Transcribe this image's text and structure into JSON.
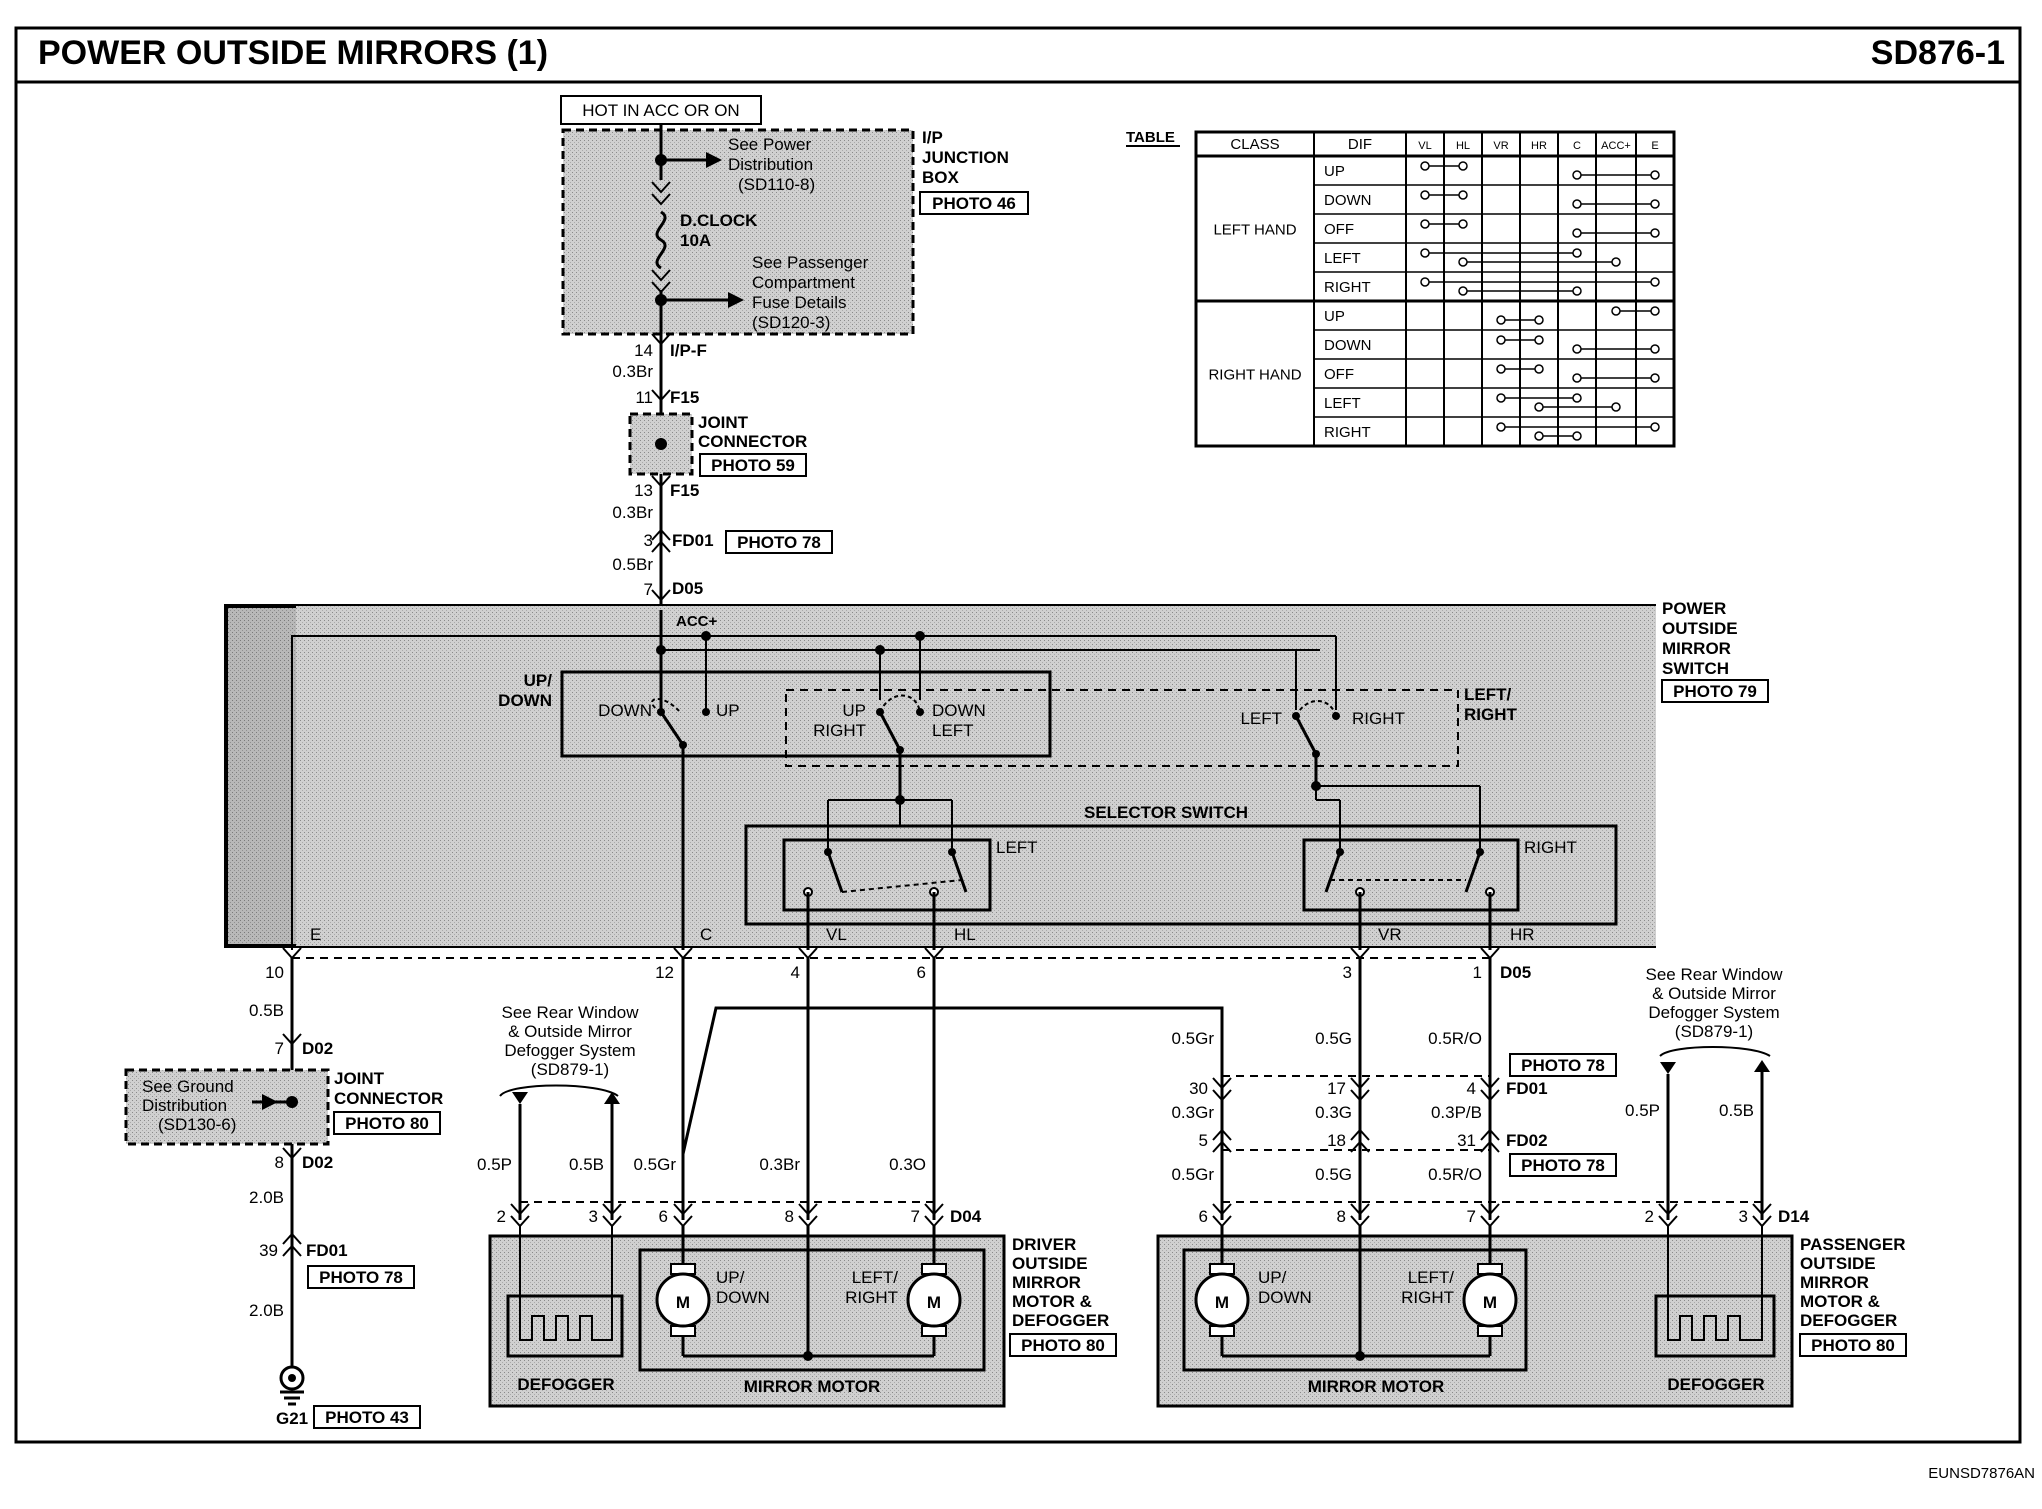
{
  "title": "POWER OUTSIDE MIRRORS (1)",
  "code": "SD876-1",
  "footer_code": "EUNSD7876AN",
  "hot_label": "HOT IN ACC OR ON",
  "ip_junction": {
    "label": [
      "I/P",
      "JUNCTION",
      "BOX"
    ],
    "photo": "PHOTO 46",
    "see_power": [
      "See Power",
      "Distribution",
      "(SD110-8)"
    ],
    "fuse": [
      "D.CLOCK",
      "10A"
    ],
    "see_passenger": [
      "See Passenger",
      "Compartment",
      "Fuse Details",
      "(SD120-3)"
    ]
  },
  "top_wiring": {
    "pin14": "14",
    "ipf": "I/P-F",
    "w1": "0.3Br",
    "pin11": "11",
    "f15a": "F15",
    "joint_label": [
      "JOINT",
      "CONNECTOR"
    ],
    "joint_photo": "PHOTO 59",
    "pin13": "13",
    "f15b": "F15",
    "w2": "0.3Br",
    "pin3": "3",
    "fd01": "FD01",
    "fd01_photo": "PHOTO 78",
    "w3": "0.5Br",
    "pin7": "7",
    "d05": "D05"
  },
  "switch": {
    "label": [
      "POWER",
      "OUTSIDE",
      "MIRROR",
      "SWITCH"
    ],
    "photo": "PHOTO 79",
    "acc": "ACC+",
    "updown": [
      "UP/",
      "DOWN"
    ],
    "down": "DOWN",
    "up": "UP",
    "up2": "UP",
    "right2": "RIGHT",
    "down2": "DOWN",
    "left2": "LEFT",
    "left3": "LEFT",
    "right3": "RIGHT",
    "leftright": [
      "LEFT/",
      "RIGHT"
    ],
    "selector": "SELECTOR SWITCH",
    "sel_left": "LEFT",
    "sel_right": "RIGHT",
    "term_e": "E",
    "term_c": "C",
    "term_vl": "VL",
    "term_hl": "HL",
    "term_vr": "VR",
    "term_hr": "HR"
  },
  "switch_pins": {
    "p10": "10",
    "p12": "12",
    "p4": "4",
    "p6": "6",
    "p3": "3",
    "p1": "1",
    "d05": "D05"
  },
  "ground_branch": {
    "w1": "0.5B",
    "pin7": "7",
    "d02a": "D02",
    "see_ground": [
      "See Ground",
      "Distribution",
      "(SD130-6)"
    ],
    "joint_label": [
      "JOINT",
      "CONNECTOR"
    ],
    "joint_photo": "PHOTO 80",
    "pin8": "8",
    "d02b": "D02",
    "w2": "2.0B",
    "pin39": "39",
    "fd01": "FD01",
    "fd01_photo": "PHOTO 78",
    "w3": "2.0B",
    "g21": "G21",
    "g21_photo": "PHOTO 43"
  },
  "driver": {
    "see_rear": [
      "See Rear Window",
      "& Outside Mirror",
      "Defogger System",
      "(SD879-1)"
    ],
    "w_a": "0.5P",
    "w_b": "0.5B",
    "w_c": "0.5Gr",
    "w_d": "0.3Br",
    "w_e": "0.3O",
    "pins": [
      "2",
      "3",
      "6",
      "8",
      "7"
    ],
    "conn": "D04",
    "label": [
      "DRIVER",
      "OUTSIDE",
      "MIRROR",
      "MOTOR &",
      "DEFOGGER"
    ],
    "photo": "PHOTO 80",
    "defogger": "DEFOGGER",
    "mirror_motor": "MIRROR MOTOR",
    "updown": [
      "UP/",
      "DOWN"
    ],
    "leftright": [
      "LEFT/",
      "RIGHT"
    ],
    "m": "M"
  },
  "passenger_wiring": {
    "w1a": "0.5Gr",
    "w1b": "0.5G",
    "w1c": "0.5R/O",
    "photo_a": "PHOTO 78",
    "p30": "30",
    "p17": "17",
    "p4": "4",
    "fd01": "FD01",
    "w2a": "0.3Gr",
    "w2b": "0.3G",
    "w2c": "0.3P/B",
    "p5": "5",
    "p18": "18",
    "p31": "31",
    "fd02": "FD02",
    "photo_b": "PHOTO 78",
    "w3a": "0.5Gr",
    "w3b": "0.5G",
    "w3c": "0.5R/O"
  },
  "passenger": {
    "see_rear": [
      "See Rear Window",
      "& Outside Mirror",
      "Defogger System",
      "(SD879-1)"
    ],
    "w_a": "0.5P",
    "w_b": "0.5B",
    "pins": [
      "6",
      "8",
      "7",
      "2",
      "3"
    ],
    "conn": "D14",
    "label": [
      "PASSENGER",
      "OUTSIDE",
      "MIRROR",
      "MOTOR &",
      "DEFOGGER"
    ],
    "photo": "PHOTO 80",
    "defogger": "DEFOGGER",
    "mirror_motor": "MIRROR MOTOR",
    "updown": [
      "UP/",
      "DOWN"
    ],
    "leftright": [
      "LEFT/",
      "RIGHT"
    ],
    "m": "M"
  },
  "table": {
    "caption": "TABLE",
    "headers": [
      "CLASS",
      "DIF",
      "VL",
      "HL",
      "VR",
      "HR",
      "C",
      "ACC+",
      "E"
    ],
    "groups": [
      {
        "class": "LEFT HAND",
        "rows": [
          "UP",
          "DOWN",
          "OFF",
          "LEFT",
          "RIGHT"
        ]
      },
      {
        "class": "RIGHT HAND",
        "rows": [
          "UP",
          "DOWN",
          "OFF",
          "LEFT",
          "RIGHT"
        ]
      }
    ],
    "connections": [
      [
        [
          0,
          1
        ],
        [
          4,
          6
        ]
      ],
      [
        [
          0,
          1
        ],
        [
          4,
          6
        ]
      ],
      [
        [
          0,
          1
        ],
        [
          4,
          6
        ]
      ],
      [
        [
          0,
          4
        ],
        [
          1,
          5
        ]
      ],
      [
        [
          0,
          6
        ],
        [
          1,
          4
        ]
      ],
      [
        [
          5,
          6
        ],
        [
          2,
          3
        ]
      ],
      [
        [
          2,
          3
        ],
        [
          4,
          6
        ]
      ],
      [
        [
          2,
          3
        ],
        [
          4,
          6
        ]
      ],
      [
        [
          2,
          4
        ],
        [
          3,
          5
        ]
      ],
      [
        [
          2,
          6
        ],
        [
          3,
          4
        ]
      ]
    ]
  }
}
